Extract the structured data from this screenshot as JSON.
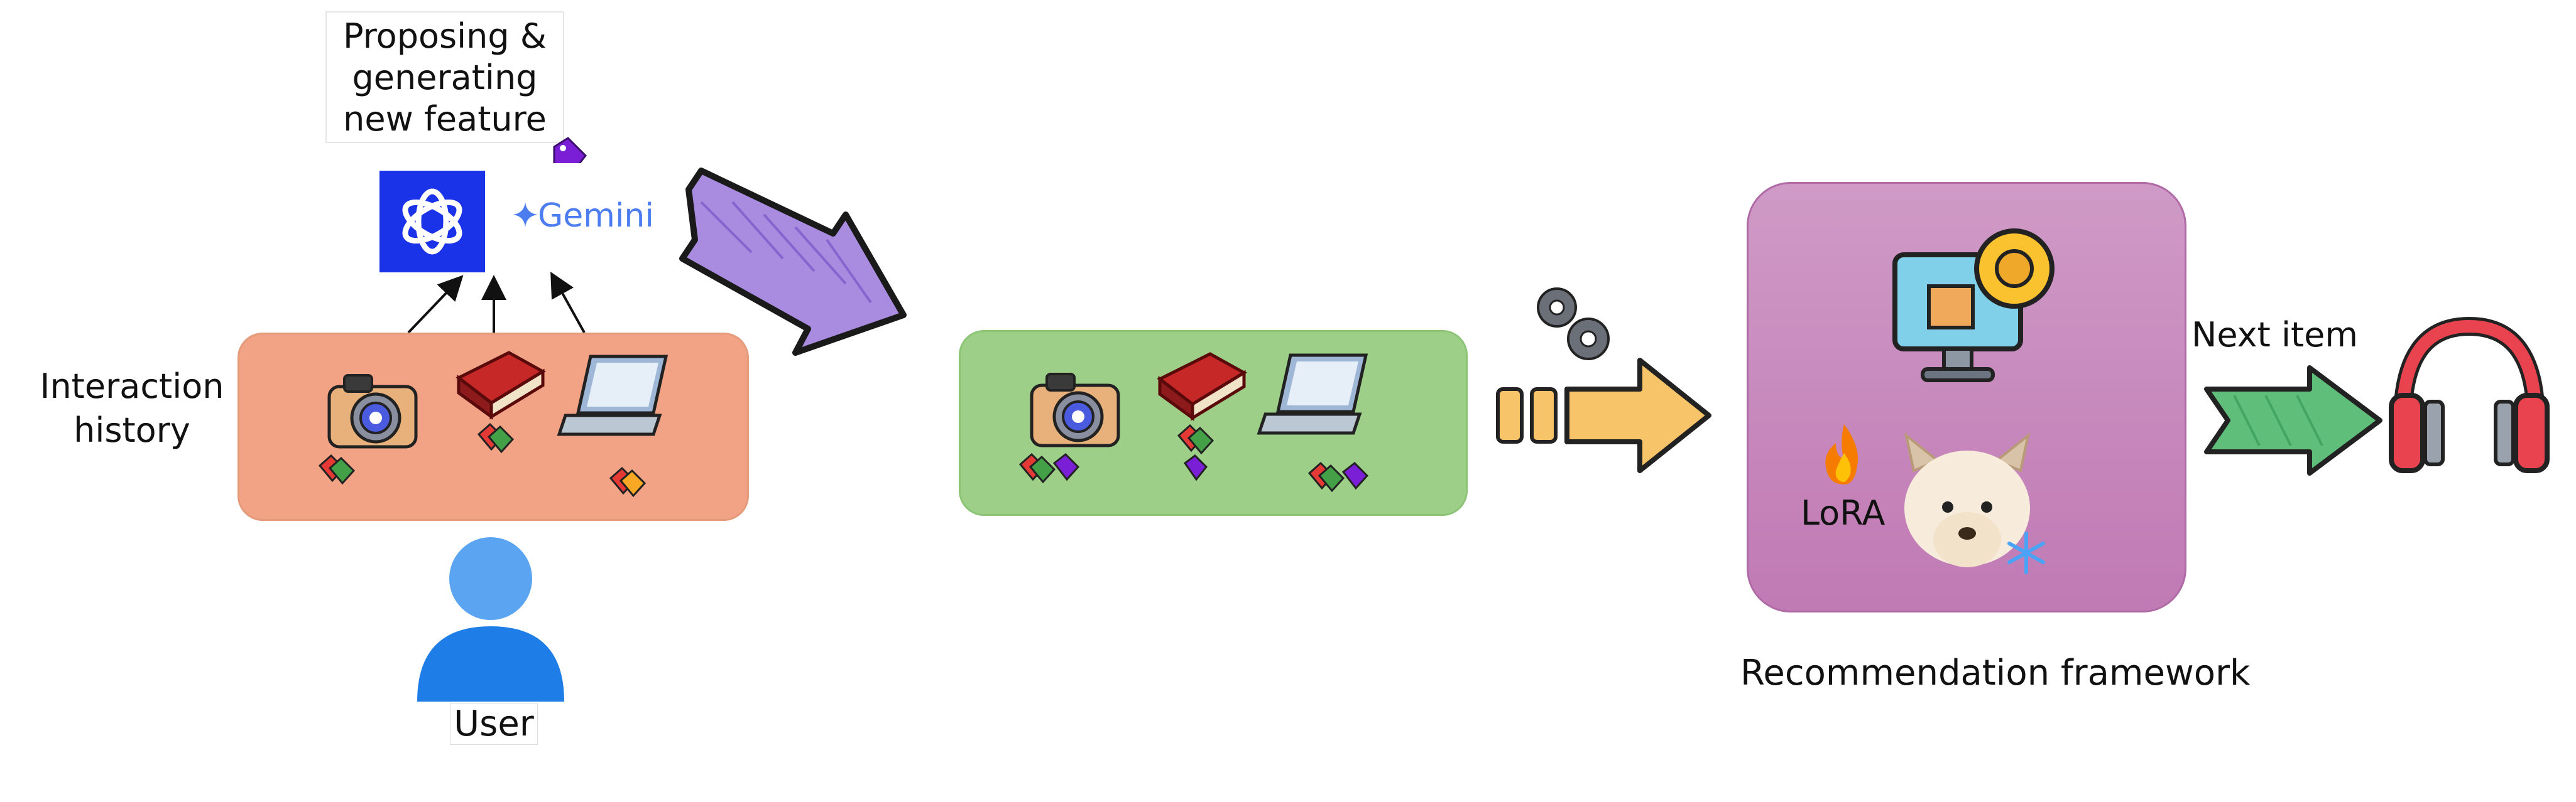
{
  "title": {
    "line1": "Proposing &",
    "line2": "generating",
    "line3": "new feature"
  },
  "gemini_label": "Gemini",
  "labels": {
    "interaction_line1": "Interaction",
    "interaction_line2": "history",
    "user": "User",
    "lora": "LoRA",
    "framework": "Recommendation framework",
    "next_item": "Next item"
  },
  "colors": {
    "orange_panel": "#f2a385",
    "green_panel": "#9dcf88",
    "purple_panel": "#c98fc0",
    "chatgpt_blue": "#1a32e8",
    "gemini_blue": "#4b7cf0",
    "arrow_purple": "#a98be0",
    "arrow_orange": "#f7c46a",
    "arrow_green": "#5fbf7a",
    "headphone_red": "#e8434f"
  },
  "icons": [
    "chatgpt-logo",
    "gemini-logo",
    "camera-icon",
    "book-icon",
    "laptop-icon",
    "user-icon",
    "gears-icon",
    "computer-gear-icon",
    "fire-icon",
    "llama-icon",
    "snowflake-icon",
    "headphones-icon",
    "tag-icon"
  ]
}
